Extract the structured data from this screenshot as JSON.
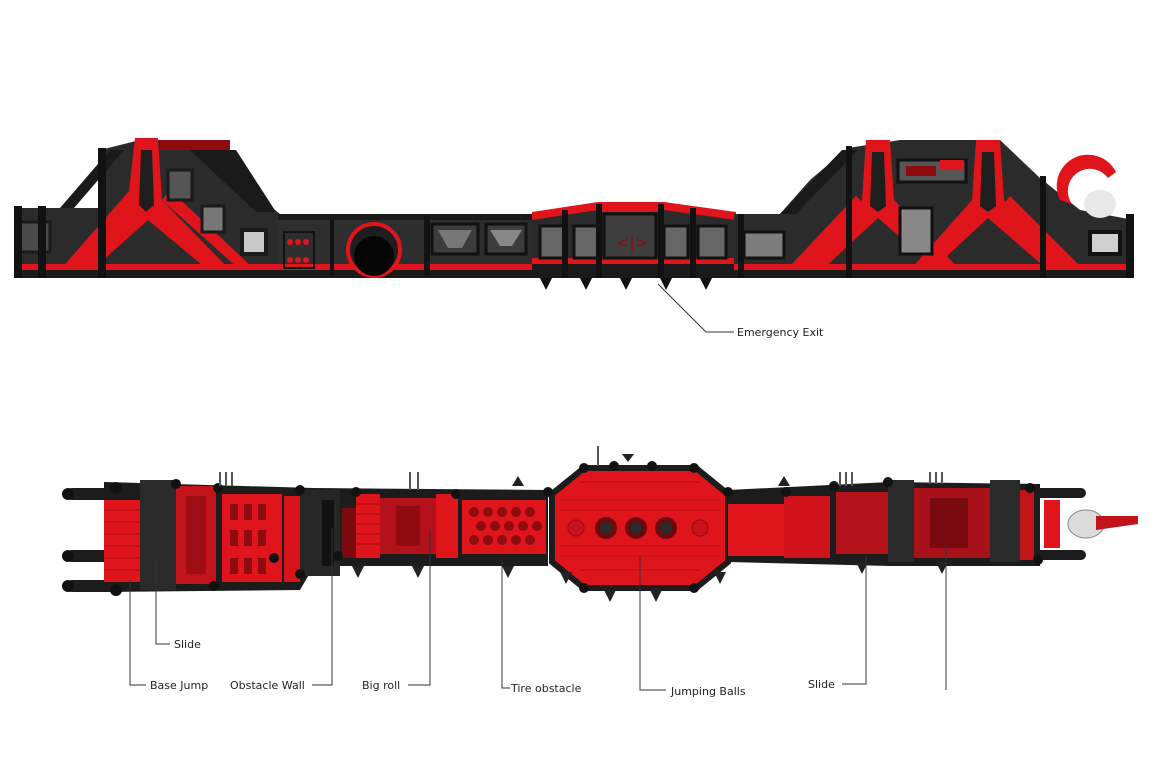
{
  "labels": {
    "emergency_exit": "Emergency Exit",
    "slide_left": "Slide",
    "base_jump": "Base Jump",
    "obstacle_wall": "Obstacle Wall",
    "big_roll": "Big roll",
    "tire_obstacle": "Tire obstacle",
    "jumping_balls": "Jumping Balls",
    "slide_right": "Slide"
  },
  "colors": {
    "red": "#e0141b",
    "dark_red": "#8e0c10",
    "black": "#1e1e1e",
    "gray": "#3a3a3a",
    "leader": "#333333"
  }
}
